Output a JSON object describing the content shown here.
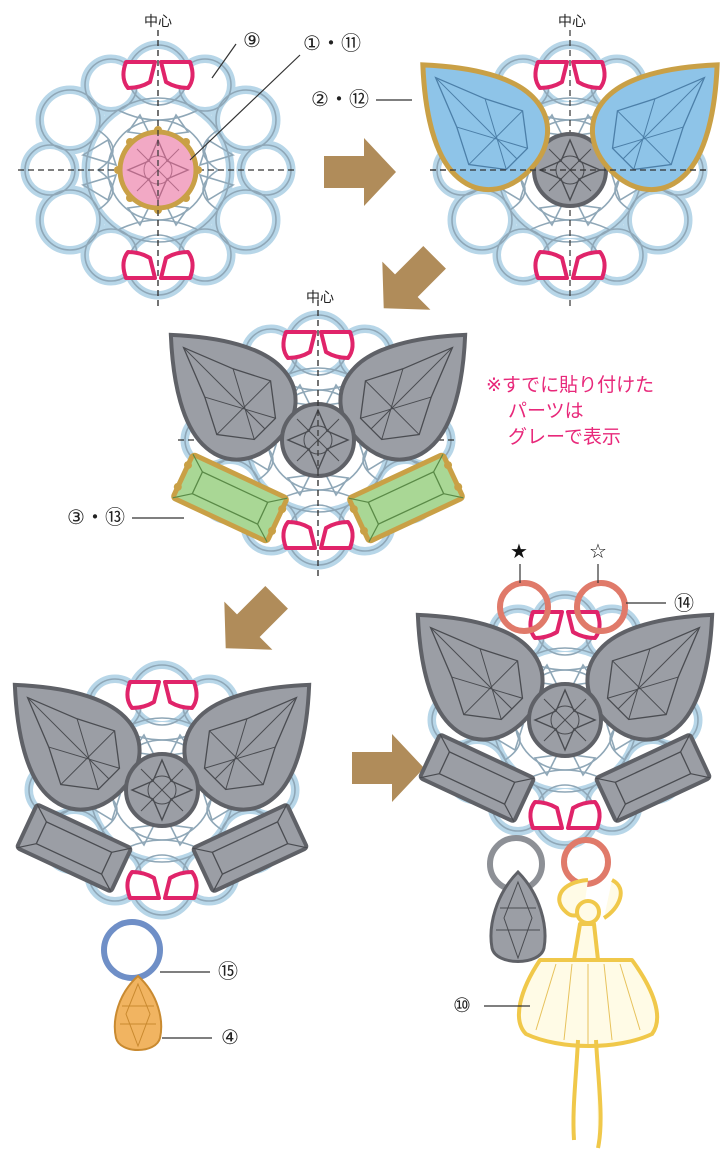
{
  "center_label": "中心",
  "callouts": {
    "c9": "⑨",
    "c1_11": "①・⑪",
    "c2_12": "②・⑫",
    "c3_13": "③・⑬",
    "c14": "⑭",
    "c15": "⑮",
    "c4": "④",
    "c10": "⑩"
  },
  "symbols": {
    "black_star": "★",
    "white_star": "☆"
  },
  "note": {
    "line1": "※すでに貼り付けた",
    "line2": "パーツは",
    "line3": "グレーで表示"
  },
  "colors": {
    "base_fill": "#ffffff",
    "base_stroke": "#b7d6e8",
    "heart": "#e0246a",
    "gray_fill": "#9b9ea5",
    "gray_stroke": "#5f6167",
    "pink": "#f2a9c5",
    "gold": "#c9a046",
    "blue": "#8ec4e8",
    "green": "#a9d795",
    "arrow": "#b08c5a",
    "ring_red": "#e07a6a",
    "ring_blue": "#6f8fc7",
    "amber": "#f1b461",
    "dancer": "#f3d36a"
  }
}
